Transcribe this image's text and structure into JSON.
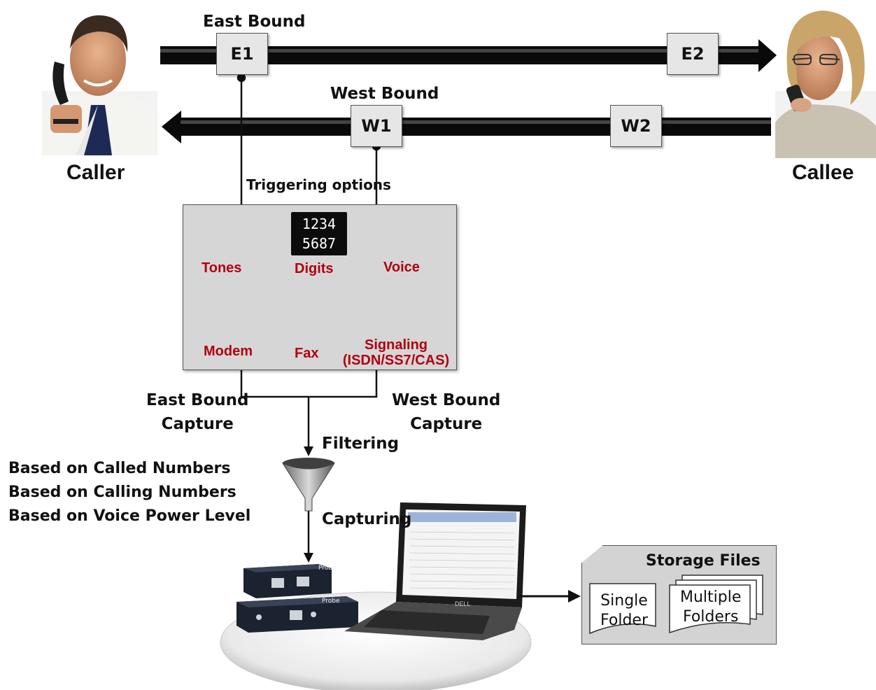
{
  "parties": {
    "caller_label": "Caller",
    "callee_label": "Callee"
  },
  "east_bound": {
    "label": "East Bound",
    "points": [
      "E1",
      "E2"
    ]
  },
  "west_bound": {
    "label": "West Bound",
    "points": [
      "W1",
      "W2"
    ]
  },
  "triggering": {
    "label": "Triggering options",
    "options": {
      "tones": "Tones",
      "digits": "Digits",
      "digits_display_line1": "1234",
      "digits_display_line2": "5687",
      "voice": "Voice",
      "modem": "Modem",
      "fax": "Fax",
      "signaling_line1": "Signaling",
      "signaling_line2": "(ISDN/SS7/CAS)"
    }
  },
  "capture": {
    "east_line1": "East Bound",
    "east_line2": "Capture",
    "west_line1": "West Bound",
    "west_line2": "Capture",
    "filtering": "Filtering",
    "capturing": "Capturing"
  },
  "filter_criteria": [
    "Based on Called Numbers",
    "Based on Calling Numbers",
    "Based on Voice Power Level"
  ],
  "storage": {
    "title": "Storage Files",
    "single_line1": "Single",
    "single_line2": "Folder",
    "multiple_line1": "Multiple",
    "multiple_line2": "Folders"
  },
  "device_labels": {
    "probe_brand": "Probe",
    "laptop_brand": "DELL"
  },
  "colors": {
    "arrow": "#0a0a0a",
    "option_text": "#b0000f",
    "panel": "#d6d6d6"
  }
}
